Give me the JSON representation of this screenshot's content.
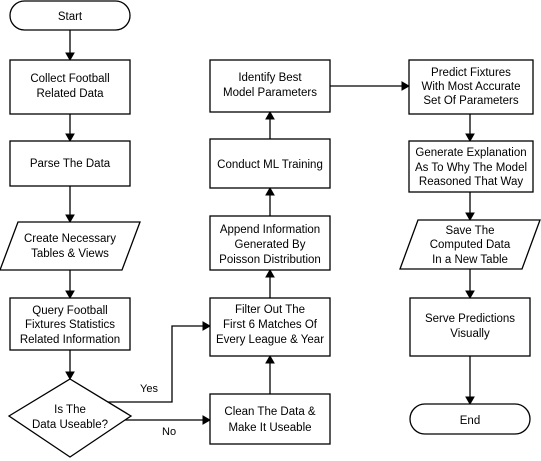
{
  "nodes": {
    "start": "Start",
    "collect": [
      "Collect Football",
      "Related Data"
    ],
    "parse": "Parse The Data",
    "create_tables": [
      "Create Necessary",
      "Tables & Views"
    ],
    "query": [
      "Query Football",
      "Fixtures Statistics",
      "Related Information"
    ],
    "decision": [
      "Is The",
      "Data Useable?"
    ],
    "clean": [
      "Clean The Data &",
      "Make It Useable"
    ],
    "filter": [
      "Filter Out The",
      "First 6 Matches Of",
      "Every League & Year"
    ],
    "append": [
      "Append Information",
      "Generated By",
      "Poisson Distribution"
    ],
    "train": "Conduct ML Training",
    "identify": [
      "Identify Best",
      "Model Parameters"
    ],
    "predict": [
      "Predict Fixtures",
      "With Most Accurate",
      "Set Of Parameters"
    ],
    "explain": [
      "Generate Explanation",
      "As To Why The Model",
      "Reasoned That Way"
    ],
    "save": [
      "Save The",
      "Computed Data",
      "In a New Table"
    ],
    "serve": [
      "Serve Predictions",
      "Visually"
    ],
    "end": "End"
  },
  "edges": {
    "yes_label": "Yes",
    "no_label": "No"
  }
}
